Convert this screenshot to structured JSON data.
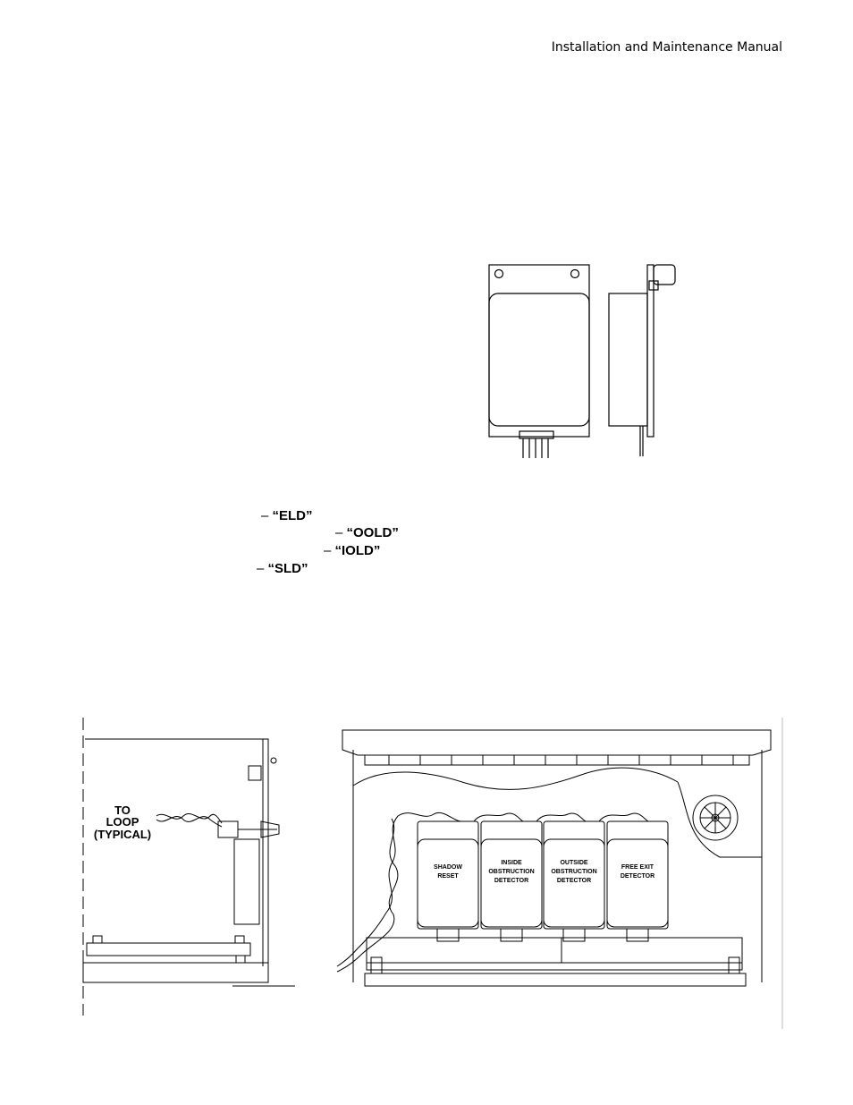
{
  "header": {
    "title": "Installation and Maintenance Manual"
  },
  "detector_codes": [
    {
      "dash": "–",
      "code": "“ELD”"
    },
    {
      "dash": "–",
      "code": "“OOLD”"
    },
    {
      "dash": "–",
      "code": "“IOLD”"
    },
    {
      "dash": "–",
      "code": "“SLD”"
    }
  ],
  "diagram": {
    "loop_label": [
      "TO",
      "LOOP",
      "(TYPICAL)"
    ],
    "modules": [
      {
        "lines": [
          "SHADOW",
          "RESET"
        ]
      },
      {
        "lines": [
          "INSIDE",
          "OBSTRUCTION",
          "DETECTOR"
        ]
      },
      {
        "lines": [
          "OUTSIDE",
          "OBSTRUCTION",
          "DETECTOR"
        ]
      },
      {
        "lines": [
          "FREE EXIT",
          "DETECTOR"
        ]
      }
    ]
  }
}
